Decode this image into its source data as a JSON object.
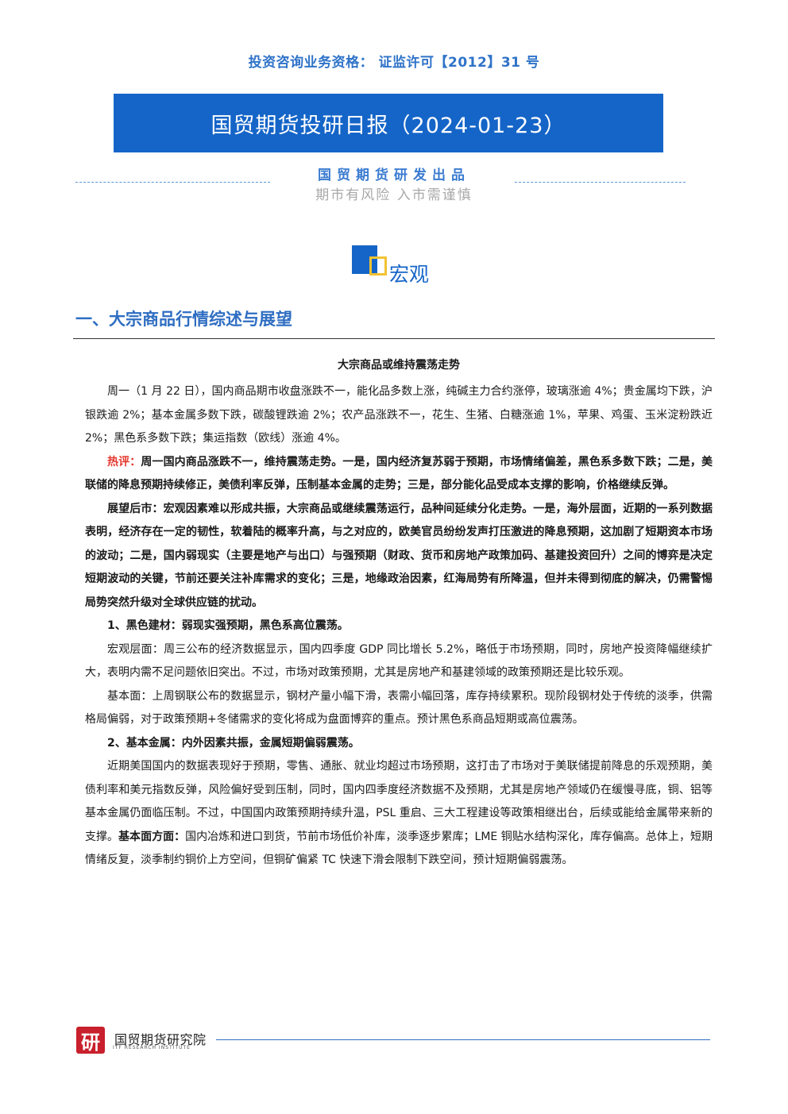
{
  "header": {
    "qualification": "投资咨询业务资格：  证监许可【2012】31 号",
    "title": "国贸期货投研日报（2024-01-23）",
    "publisher": "国贸期货研发出品",
    "risk_notice": "期市有风险 入市需谨慎"
  },
  "section": {
    "category": "宏观",
    "heading": "一、大宗商品行情综述与展望"
  },
  "article": {
    "title": "大宗商品或维持震荡走势",
    "p1": "周一（1 月 22 日），国内商品期市收盘涨跌不一，能化品多数上涨，纯碱主力合约涨停，玻璃涨逾 4%；贵金属均下跌，沪银跌逾 2%；基本金属多数下跌，碳酸锂跌逾 2%；农产品涨跌不一，花生、生猪、白糖涨逾 1%，苹果、鸡蛋、玉米淀粉跌近 2%；黑色系多数下跌；集运指数（欧线）涨逾 4%。",
    "p2_label": "热评：",
    "p2": "周一国内商品涨跌不一，维持震荡走势。一是，国内经济复苏弱于预期，市场情绪偏差，黑色系多数下跌；二是，美联储的降息预期持续修正，美债利率反弹，压制基本金属的走势；三是，部分能化品受成本支撑的影响，价格继续反弹。",
    "p3": "展望后市：宏观因素难以形成共振，大宗商品或继续震荡运行，品种间延续分化走势。一是，海外层面，近期的一系列数据表明，经济存在一定的韧性，软着陆的概率升高，与之对应的，欧美官员纷纷发声打压激进的降息预期，这加剧了短期资本市场的波动；二是，国内弱现实（主要是地产与出口）与强预期（财政、货币和房地产政策加码、基建投资回升）之间的博弈是决定短期波动的关键，节前还要关注补库需求的变化；三是，地缘政治因素，红海局势有所降温，但并未得到彻底的解决，仍需警惕局势突然升级对全球供应链的扰动。",
    "h1": "1、黑色建材：弱现实强预期，黑色系高位震荡。",
    "p4": "宏观层面：周三公布的经济数据显示，国内四季度 GDP 同比增长 5.2%，略低于市场预期，同时，房地产投资降幅继续扩大，表明内需不足问题依旧突出。不过，市场对政策预期，尤其是房地产和基建领域的政策预期还是比较乐观。",
    "p5": "基本面：上周钢联公布的数据显示，钢材产量小幅下滑，表需小幅回落，库存持续累积。现阶段钢材处于传统的淡季，供需格局偏弱，对于政策预期+冬储需求的变化将成为盘面博弈的重点。预计黑色系商品短期或高位震荡。",
    "h2": "2、基本金属：内外因素共振，金属短期偏弱震荡。",
    "p6_a": "近期美国国内的数据表现好于预期，零售、通胀、就业均超过市场预期，这打击了市场对于美联储提前降息的乐观预期，美债利率和美元指数反弹，风险偏好受到压制，同时，国内四季度经济数据不及预期，尤其是房地产领域仍在缓慢寻底，铜、铝等基本金属仍面临压制。不过，中国国内政策预期持续升温，PSL 重启、三大工程建设等政策相继出台，后续或能给金属带来新的支撑。",
    "p6_label": "基本面方面：",
    "p6_b": "国内冶炼和进口到货，节前市场低价补库，淡季逐步累库；LME 铜贴水结构深化，库存偏高。总体上，短期情绪反复，淡季制约铜价上方空间，但铜矿偏紧 TC 快速下滑会限制下跌空间，预计短期偏弱震荡。"
  },
  "footer": {
    "logo_char": "研",
    "org_name": "国贸期货研究院",
    "org_name_en": "ITF RESEARCH INSTITUTE"
  },
  "colors": {
    "brand_blue": "#1565c8",
    "highlight_red": "#e5372d",
    "accent_yellow": "#f1c232"
  }
}
